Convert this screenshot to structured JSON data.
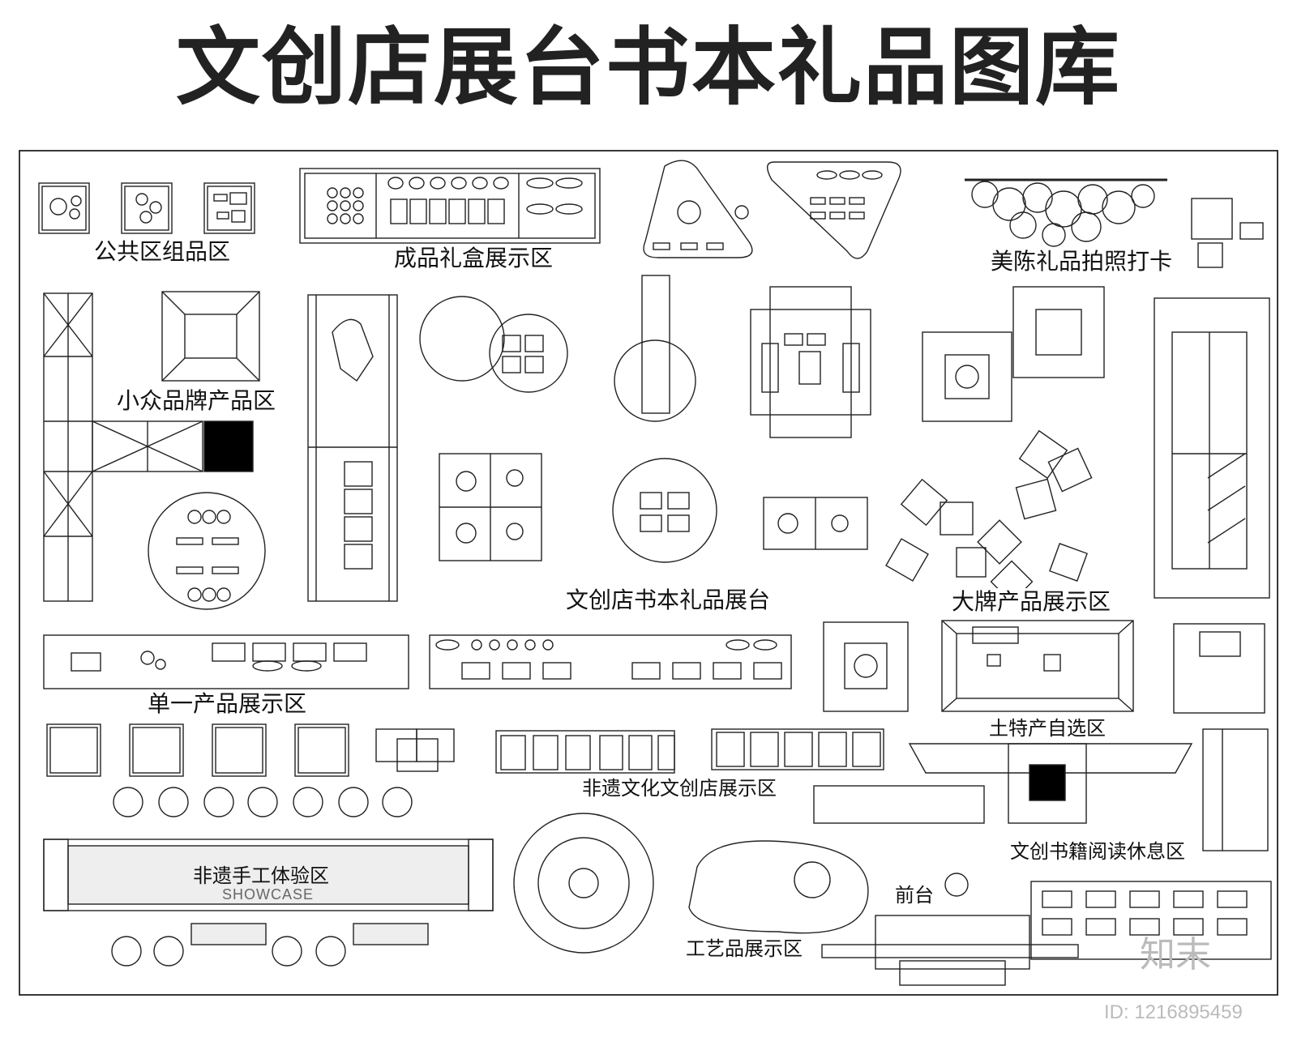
{
  "title": "文创店展台书本礼品图库",
  "zones": {
    "public_group": "公共区组品区",
    "gift_box": "成品礼盒展示区",
    "photo_spot": "美陈礼品拍照打卡",
    "niche_brand": "小众品牌产品区",
    "book_gift_stand": "文创店书本礼品展台",
    "big_brand": "大牌产品展示区",
    "single_product": "单一产品展示区",
    "local_specialty": "土特产自选区",
    "heritage_culture": "非遗文化文创店展示区",
    "reading_rest": "文创书籍阅读休息区",
    "heritage_handcraft": "非遗手工体验区",
    "showcase": "SHOWCASE",
    "front_desk": "前台",
    "craft_display": "工艺品展示区"
  },
  "watermark": "知末",
  "image_id": "ID: 1216895459",
  "colors": {
    "line": "#222222",
    "title": "#222222",
    "watermark": "#bbbbbb"
  }
}
